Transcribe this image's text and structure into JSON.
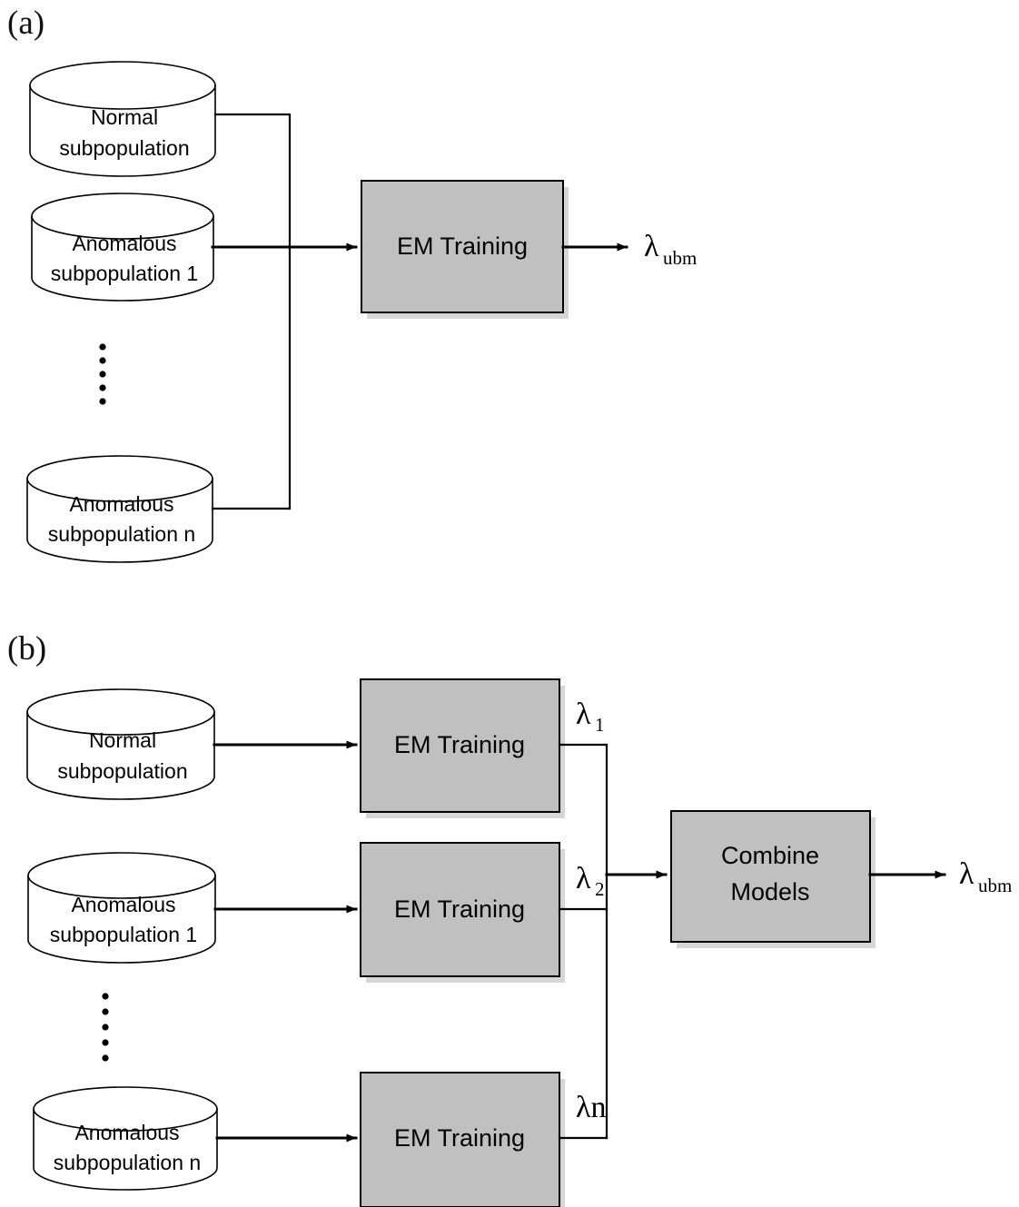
{
  "figure": {
    "panels": [
      {
        "tag": "(a)",
        "title_hidden": "",
        "sources": [
          {
            "line1": "Normal",
            "line2": "subpopulation",
            "name": "normal-subpopulation"
          },
          {
            "line1": "Anomalous",
            "line2": "subpopulation 1",
            "name": "anomalous-subpopulation-1"
          },
          {
            "line1": "Anomalous",
            "line2": "subpopulation n",
            "name": "anomalous-subpopulation-n"
          }
        ],
        "ellipsis_dots": 5,
        "process": {
          "label": "EM Training",
          "name": "em-training"
        },
        "output": {
          "symbol": "λ",
          "subscript": "ubm",
          "name": "lambda-ubm"
        }
      },
      {
        "tag": "(b)",
        "sources": [
          {
            "line1": "Normal",
            "line2": "subpopulation",
            "name": "normal-subpopulation"
          },
          {
            "line1": "Anomalous",
            "line2": "subpopulation 1",
            "name": "anomalous-subpopulation-1"
          },
          {
            "line1": "Anomalous",
            "line2": "subpopulation n",
            "name": "anomalous-subpopulation-n"
          }
        ],
        "ellipsis_dots": 5,
        "processes": [
          {
            "label": "EM Training",
            "name": "em-training-1"
          },
          {
            "label": "EM Training",
            "name": "em-training-2"
          },
          {
            "label": "EM Training",
            "name": "em-training-n"
          }
        ],
        "intermediate_outputs": [
          {
            "symbol": "λ",
            "subscript": "1",
            "name": "lambda-1"
          },
          {
            "symbol": "λ",
            "subscript": "2",
            "name": "lambda-2"
          },
          {
            "symbol": "λn",
            "subscript": "",
            "name": "lambda-n"
          }
        ],
        "combiner": {
          "line1": "Combine",
          "line2": "Models",
          "name": "combine-models"
        },
        "output": {
          "symbol": "λ",
          "subscript": "ubm",
          "name": "lambda-ubm"
        }
      }
    ],
    "colors": {
      "process_fill": "#c0c0c0",
      "process_stroke": "#000000",
      "shadow": "#d6d6d6",
      "cylinder_fill": "#ffffff",
      "line": "#000000",
      "background": "#ffffff"
    }
  }
}
